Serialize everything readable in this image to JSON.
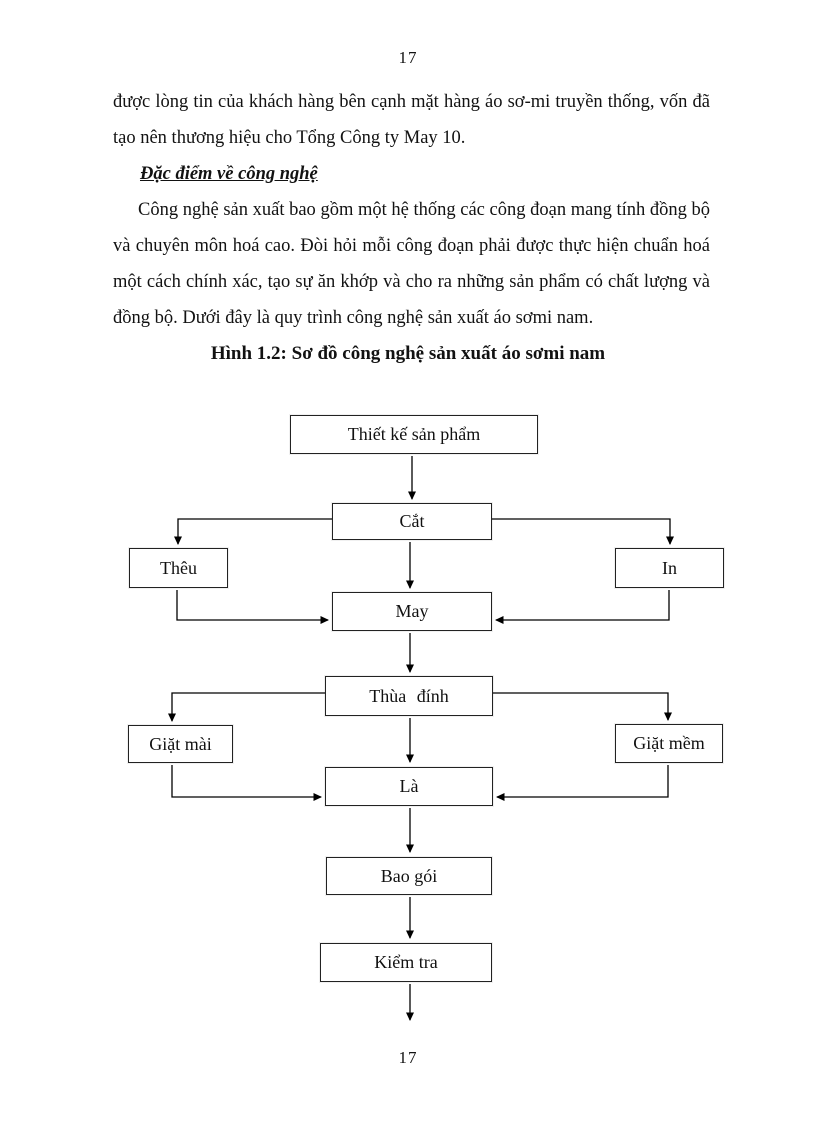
{
  "page": {
    "number_top": "17",
    "number_bottom": "17"
  },
  "body": {
    "para1": "được lòng tin của khách hàng bên cạnh mặt hàng áo sơ-mi truyền thống, vốn đã tạo nên thương hiệu cho Tổng Công ty May 10.",
    "heading": "Đặc điểm về công nghệ",
    "para2": "Công nghệ sản xuất bao gồm một hệ thống các công đoạn mang tính đồng bộ và chuyên môn hoá cao. Đòi hỏi mỗi công đoạn phải được thực hiện chuẩn hoá một cách chính xác, tạo sự ăn khớp và cho ra những sản phẩm có chất lượng và đồng bộ. Dưới đây là quy trình công nghệ sản xuất áo sơmi nam.",
    "figure_caption": "Hình 1.2: Sơ đồ công nghệ sản xuất áo sơmi nam"
  },
  "flowchart": {
    "nodes": [
      {
        "id": "design",
        "label": "Thiết kế sản phẩm"
      },
      {
        "id": "cut",
        "label": "Cắt"
      },
      {
        "id": "embroidery",
        "label": "Thêu"
      },
      {
        "id": "print",
        "label": "In"
      },
      {
        "id": "sew",
        "label": "May"
      },
      {
        "id": "buttonhole",
        "label": "Thùa đính"
      },
      {
        "id": "stone-wash",
        "label": "Giặt mài"
      },
      {
        "id": "soft-wash",
        "label": "Giặt mềm"
      },
      {
        "id": "iron",
        "label": "Là"
      },
      {
        "id": "pack",
        "label": "Bao gói"
      },
      {
        "id": "inspect",
        "label": "Kiểm tra"
      }
    ],
    "edges": [
      {
        "from": "design",
        "to": "cut"
      },
      {
        "from": "cut",
        "to": "embroidery"
      },
      {
        "from": "cut",
        "to": "print"
      },
      {
        "from": "cut",
        "to": "sew"
      },
      {
        "from": "embroidery",
        "to": "sew"
      },
      {
        "from": "print",
        "to": "sew"
      },
      {
        "from": "sew",
        "to": "buttonhole"
      },
      {
        "from": "buttonhole",
        "to": "stone-wash"
      },
      {
        "from": "buttonhole",
        "to": "soft-wash"
      },
      {
        "from": "buttonhole",
        "to": "iron"
      },
      {
        "from": "stone-wash",
        "to": "iron"
      },
      {
        "from": "soft-wash",
        "to": "iron"
      },
      {
        "from": "iron",
        "to": "pack"
      },
      {
        "from": "pack",
        "to": "inspect"
      },
      {
        "from": "inspect",
        "to": "output"
      }
    ],
    "colors": {
      "line": "#000000",
      "box_border": "#222222",
      "box_fill": "#ffffff",
      "text": "#121212",
      "page_background": "#ffffff"
    }
  }
}
